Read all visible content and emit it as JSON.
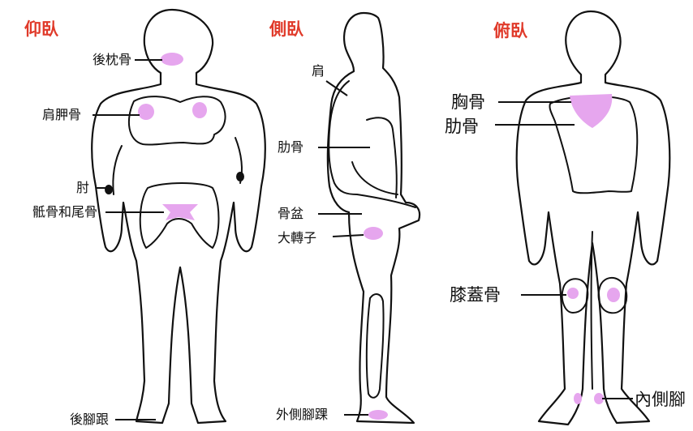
{
  "titles": {
    "supine": "仰臥",
    "lateral": "側臥",
    "prone": "俯臥"
  },
  "labels": {
    "occipital": "後枕骨",
    "scapula": "肩胛骨",
    "elbow": "肘",
    "sacrum_coccyx": "骶骨和尾骨",
    "heel": "後腳跟",
    "shoulder": "肩",
    "rib_lateral": "肋骨",
    "pelvis": "骨盆",
    "trochanter": "大轉子",
    "lateral_malleolus": "外側腳踝",
    "sternum": "胸骨",
    "rib_prone": "肋骨",
    "knee": "膝蓋骨",
    "medial_malleolus": "內側腳"
  },
  "colors": {
    "title": "#e03a2a",
    "pressure_area": "#e6a6ee",
    "outline": "#111111"
  }
}
